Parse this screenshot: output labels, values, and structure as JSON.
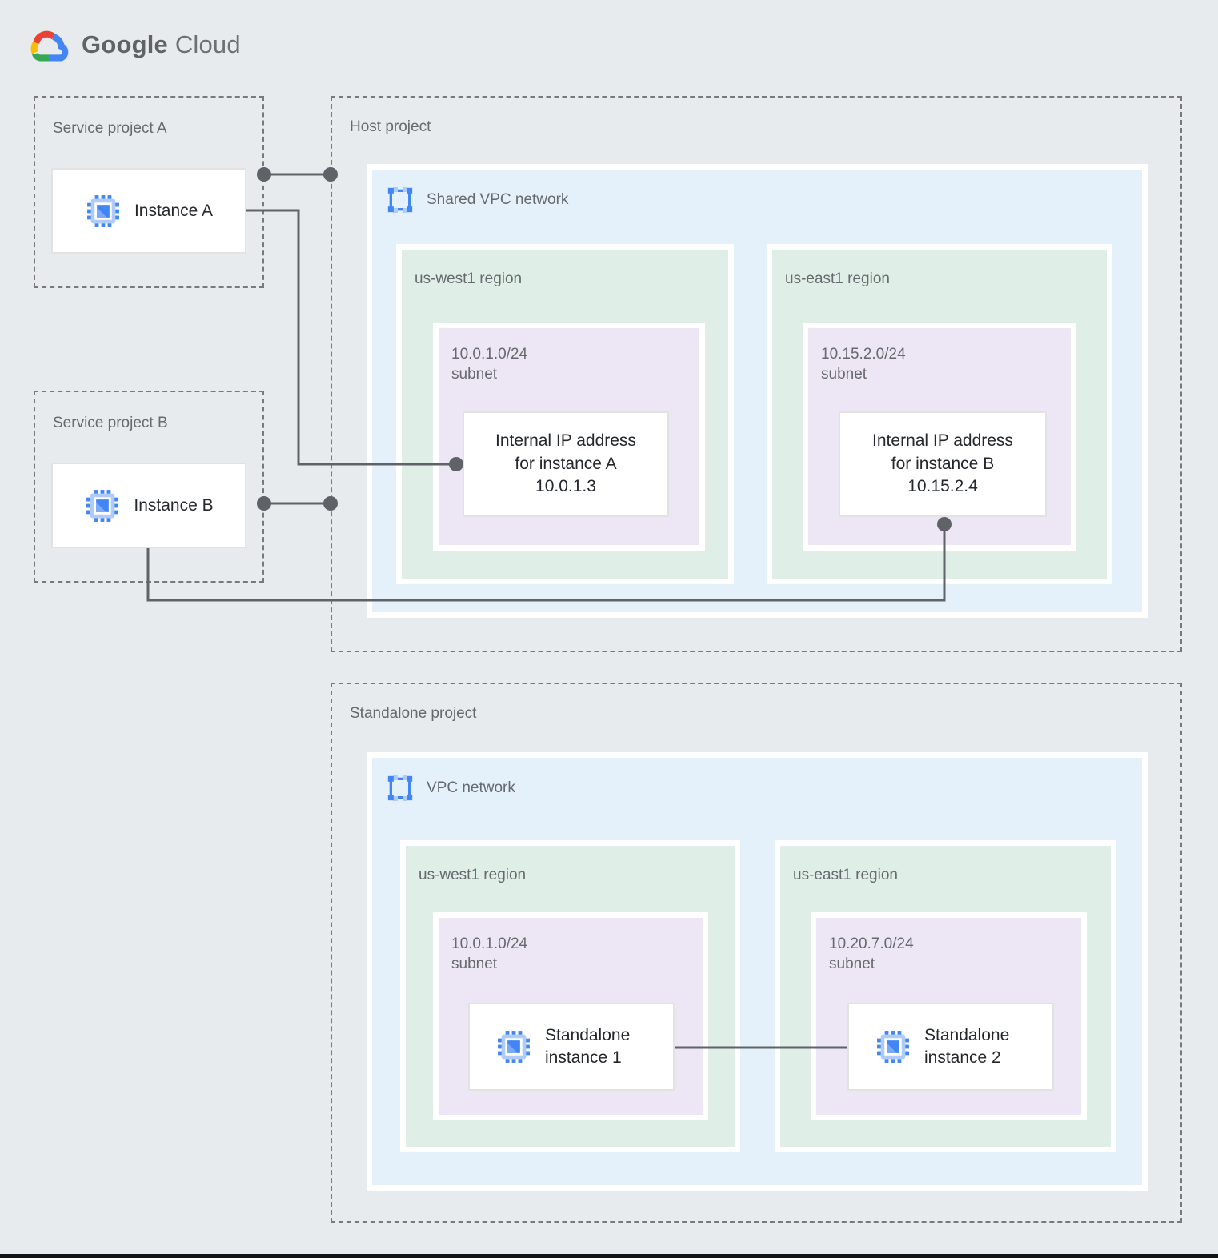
{
  "logo": {
    "brand": "Google",
    "product": "Cloud"
  },
  "colors": {
    "background": "#E8EBEE",
    "network_blue": "#E4F1FB",
    "region_green": "#DFEEE6",
    "subnet_purple": "#ECE6F5",
    "connector_gray": "#5F6368",
    "logo_red": "#EA4335",
    "logo_yellow": "#FBBC04",
    "logo_green": "#34A853",
    "logo_blue": "#4285F4"
  },
  "projects": {
    "service_a": {
      "label": "Service project A",
      "instance_label": "Instance A"
    },
    "service_b": {
      "label": "Service project B",
      "instance_label": "Instance B"
    },
    "host": {
      "label": "Host project",
      "network_label": "Shared VPC network",
      "regions": [
        {
          "label": "us-west1 region",
          "subnet_cidr": "10.0.1.0/24",
          "subnet_word": "subnet",
          "ip_card": {
            "lines": [
              "Internal IP address",
              "for instance A",
              "10.0.1.3"
            ]
          }
        },
        {
          "label": "us-east1 region",
          "subnet_cidr": "10.15.2.0/24",
          "subnet_word": "subnet",
          "ip_card": {
            "lines": [
              "Internal IP address",
              "for instance B",
              "10.15.2.4"
            ]
          }
        }
      ]
    },
    "standalone": {
      "label": "Standalone project",
      "network_label": "VPC network",
      "regions": [
        {
          "label": "us-west1 region",
          "subnet_cidr": "10.0.1.0/24",
          "subnet_word": "subnet",
          "instance_label": "Standalone instance 1"
        },
        {
          "label": "us-east1 region",
          "subnet_cidr": "10.20.7.0/24",
          "subnet_word": "subnet",
          "instance_label": "Standalone instance 2"
        }
      ]
    }
  }
}
